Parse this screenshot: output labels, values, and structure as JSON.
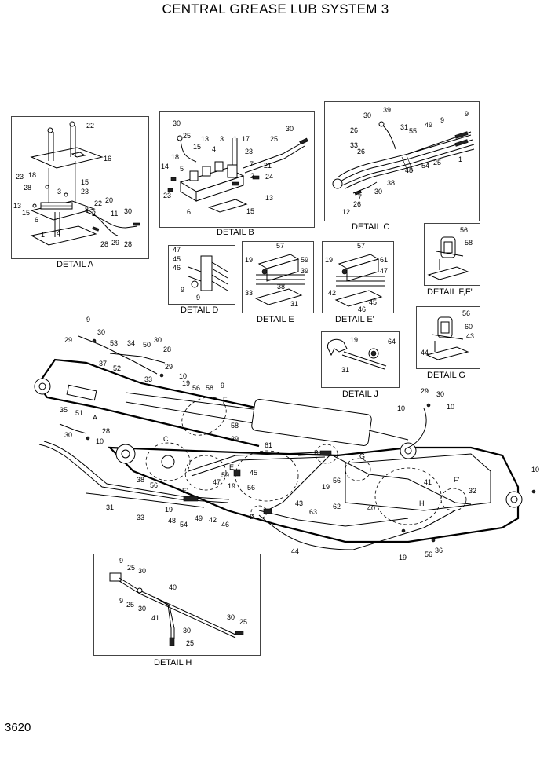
{
  "title": "CENTRAL GREASE LUB SYSTEM 3",
  "page_number": "3620",
  "details": {
    "a": {
      "caption": "DETAIL A"
    },
    "b": {
      "caption": "DETAIL B"
    },
    "c": {
      "caption": "DETAIL C"
    },
    "d": {
      "caption": "DETAIL D"
    },
    "e": {
      "caption": "DETAIL E"
    },
    "e2": {
      "caption": "DETAIL E'"
    },
    "ff": {
      "caption": "DETAIL F,F'"
    },
    "g": {
      "caption": "DETAIL G"
    },
    "j": {
      "caption": "DETAIL J"
    },
    "h": {
      "caption": "DETAIL H"
    }
  },
  "callouts": {
    "a": [
      "22",
      "16",
      "23",
      "18",
      "15",
      "28",
      "3",
      "23",
      "22",
      "13",
      "20",
      "8",
      "2",
      "15",
      "6",
      "11",
      "30",
      "4",
      "28",
      "29",
      "28",
      "1"
    ],
    "b": [
      "30",
      "25",
      "13",
      "3",
      "1",
      "17",
      "25",
      "30",
      "18",
      "15",
      "4",
      "23",
      "7",
      "21",
      "14",
      "5",
      "2",
      "24",
      "23",
      "13",
      "6",
      "15"
    ],
    "c": [
      "39",
      "9",
      "30",
      "26",
      "31",
      "49",
      "9",
      "55",
      "33",
      "26",
      "48",
      "54",
      "25",
      "1",
      "38",
      "30",
      "7",
      "26",
      "12"
    ],
    "d": [
      "47",
      "45",
      "46",
      "9",
      "9"
    ],
    "e": [
      "57",
      "19",
      "59",
      "39",
      "33",
      "38",
      "31"
    ],
    "e2": [
      "57",
      "19",
      "61",
      "47",
      "42",
      "45",
      "46"
    ],
    "ff": [
      "56",
      "58"
    ],
    "g": [
      "56",
      "60",
      "43",
      "44"
    ],
    "j": [
      "19",
      "64",
      "31"
    ],
    "h": [
      "9",
      "25",
      "30",
      "40",
      "9",
      "25",
      "30",
      "41",
      "30",
      "30",
      "25",
      "25"
    ],
    "main": [
      "9",
      "30",
      "29",
      "53",
      "34",
      "50",
      "30",
      "28",
      "37",
      "52",
      "29",
      "10",
      "33",
      "19",
      "56",
      "58",
      "9",
      "F",
      "A",
      "35",
      "51",
      "28",
      "30",
      "10",
      "C",
      "58",
      "39",
      "E",
      "38",
      "56",
      "59",
      "47",
      "45",
      "19",
      "56",
      "31",
      "33",
      "19",
      "48",
      "49",
      "54",
      "42",
      "46",
      "D",
      "43",
      "63",
      "44",
      "B",
      "G",
      "56",
      "62",
      "19",
      "40",
      "41",
      "H",
      "F'",
      "32",
      "10",
      "29",
      "30",
      "10",
      "10",
      "19",
      "56",
      "36",
      "E'",
      "61"
    ]
  }
}
